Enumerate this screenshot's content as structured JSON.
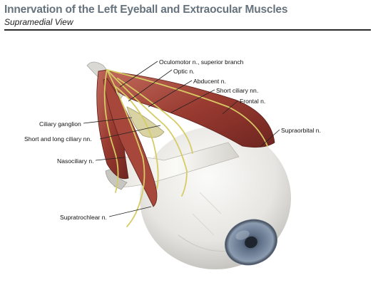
{
  "header": {
    "title": "Innervation of the Left Eyeball and Extraocular Muscles",
    "subtitle": "Supramedial View"
  },
  "labels": [
    {
      "id": "oculomotor",
      "text": "Oculomotor n., superior branch"
    },
    {
      "id": "optic",
      "text": "Optic n."
    },
    {
      "id": "abducent",
      "text": "Abducent n."
    },
    {
      "id": "short-ciliary",
      "text": "Short ciliary nn."
    },
    {
      "id": "frontal",
      "text": "Frontal n."
    },
    {
      "id": "ciliary-ganglion",
      "text": "Ciliary ganglion"
    },
    {
      "id": "supraorbital",
      "text": "Supraorbital n."
    },
    {
      "id": "short-long-ciliary",
      "text": "Short and long ciliary nn."
    },
    {
      "id": "nasociliary",
      "text": "Nasociliary n."
    },
    {
      "id": "supratrochlear",
      "text": "Supratrochlear n."
    }
  ],
  "colors": {
    "title": "#66737d",
    "muscle": "#9a3b31",
    "nerve": "#d8cf6a",
    "eyeball": "#ecebe7",
    "iris": "#6f8097"
  }
}
